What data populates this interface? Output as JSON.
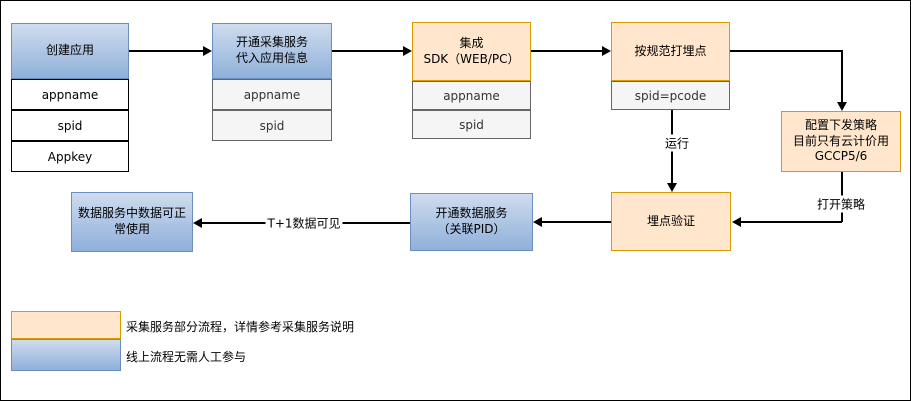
{
  "diagram": {
    "nodes": {
      "create_app": {
        "title": "创建应用",
        "rows": [
          "appname",
          "spid",
          "Appkey"
        ]
      },
      "open_collect": {
        "title": "开通采集服务\n代入应用信息",
        "rows": [
          "appname",
          "spid"
        ]
      },
      "integrate_sdk": {
        "title": "集成\nSDK（WEB/PC）",
        "rows": [
          "appname",
          "spid"
        ]
      },
      "tracking": {
        "title": "按规范打埋点",
        "rows": [
          "spid=pcode"
        ]
      },
      "policy": {
        "title": "配置下发策略\n目前只有云计价用\nGCCP5/6"
      },
      "verify": {
        "title": "埋点验证"
      },
      "open_data": {
        "title": "开通数据服务\n（关联PID）"
      },
      "data_ready": {
        "title": "数据服务中数据可正\n常使用"
      }
    },
    "edge_labels": {
      "run": "运行",
      "open_policy": "打开策略",
      "t1_visible": "T+1数据可见"
    },
    "legend": [
      {
        "swatch": "orange",
        "label": "采集服务部分流程，详情参考采集服务说明"
      },
      {
        "swatch": "blue",
        "label": "线上流程无需人工参与"
      }
    ],
    "colors": {
      "orange_fill": "#ffe6cc",
      "orange_stroke": "#d79b00",
      "blue_gradient_top": "#cfdcee",
      "blue_gradient_bottom": "#8fb0da",
      "blue_stroke": "#6c8ebf",
      "gray_row_fill": "#f5f5f5",
      "gray_row_stroke": "#666666"
    }
  }
}
